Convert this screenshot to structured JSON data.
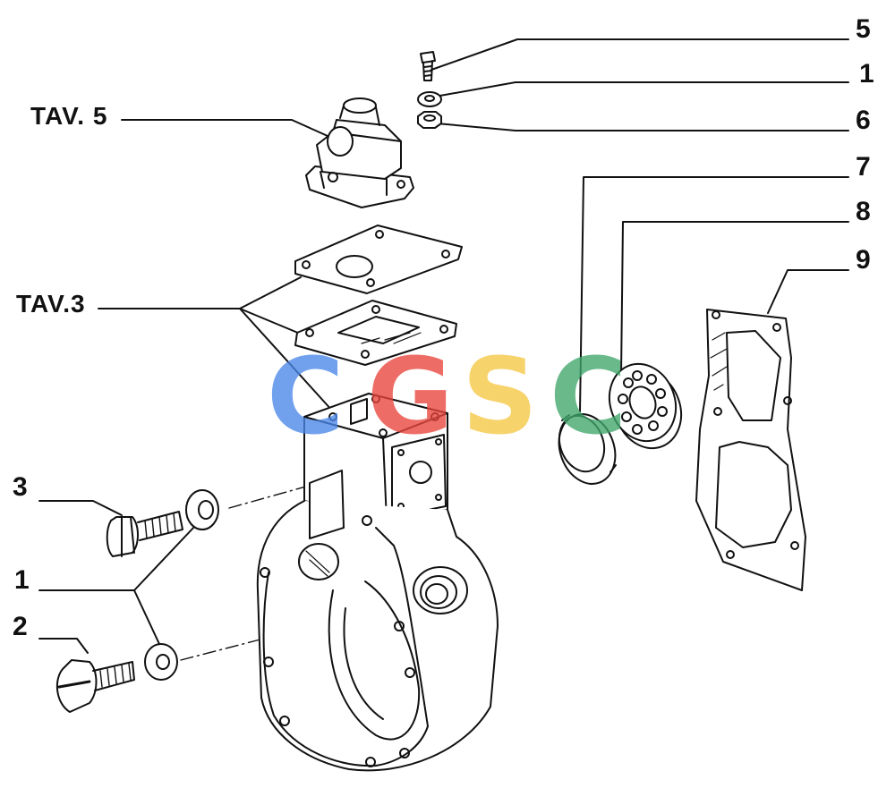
{
  "labels": {
    "tav5": "TAV. 5",
    "tav3": "TAV.3",
    "n5": "5",
    "n1_top": "1",
    "n6": "6",
    "n7": "7",
    "n8": "8",
    "n9": "9",
    "n3": "3",
    "n1_left": "1",
    "n2": "2"
  },
  "watermark": {
    "letters": [
      "C",
      "G",
      "S",
      "C"
    ],
    "colors": [
      "#4a86e8",
      "#e8453c",
      "#f6c744",
      "#3fa66b"
    ]
  },
  "colors": {
    "line": "#111111",
    "background": "#ffffff"
  }
}
